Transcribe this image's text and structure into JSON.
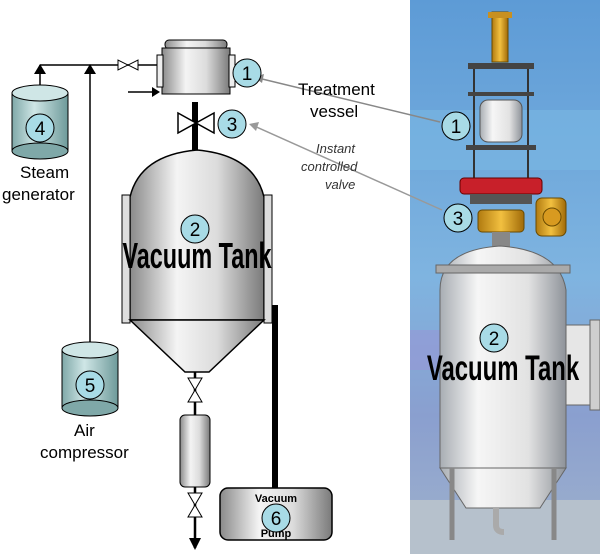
{
  "labels": {
    "treatment_vessel_1": "Treatment",
    "treatment_vessel_2": "vessel",
    "instant_valve_1": "Instant",
    "instant_valve_2": "controlled",
    "instant_valve_3": "valve",
    "steam_1": "Steam",
    "steam_2": "generator",
    "air_1": "Air",
    "air_2": "compressor",
    "vacuum_tank": "Vacuum Tank",
    "vacuum_tank_photo": "Vacuum Tank",
    "pump_1": "Vacuum",
    "pump_2": "Pump"
  },
  "numbers": {
    "vessel": "1",
    "tank": "2",
    "valve": "3",
    "steam": "4",
    "air": "5",
    "pump": "6",
    "photo_vessel": "1",
    "photo_tank": "2",
    "photo_valve": "3"
  },
  "colors": {
    "badge_fill": "#a8dbe6",
    "photo_sky": "#6fa8d8",
    "photo_valve": "#e0a020",
    "photo_clamp": "#c8202a"
  }
}
